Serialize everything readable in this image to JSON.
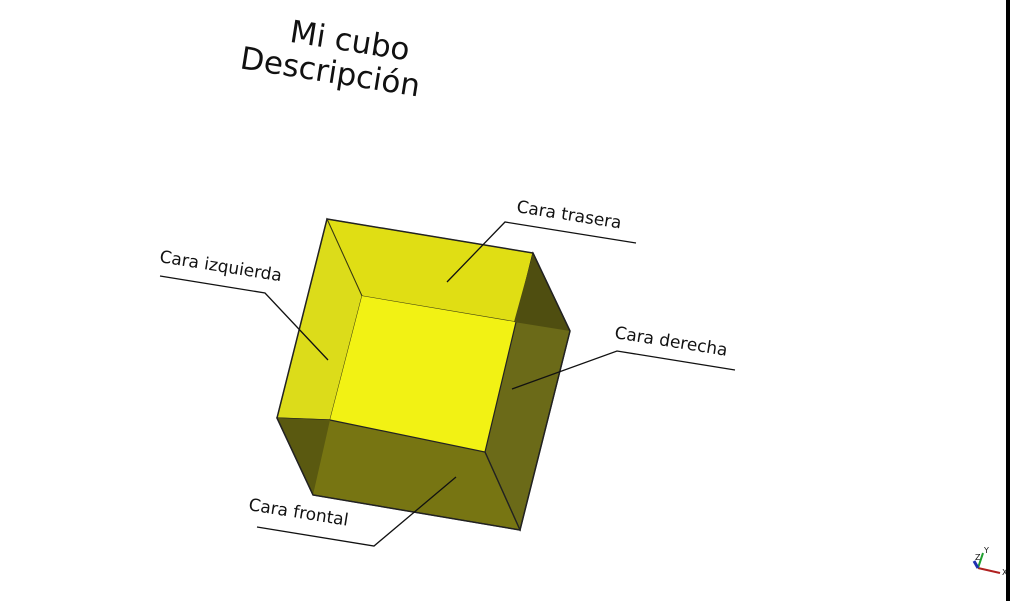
{
  "title": {
    "line1": "Mi cubo",
    "line2": "Descripción"
  },
  "labels": {
    "back": "Cara trasera",
    "left": "Cara izquierda",
    "right": "Cara derecha",
    "front": "Cara frontal"
  },
  "axes": {
    "x": "X",
    "y": "Y",
    "z": "Z"
  },
  "colors": {
    "top_face": "#e0de14",
    "left_face": "#dcdc1a",
    "center_face": "#f2f214",
    "right_face": "#6b6a18",
    "bottom_face": "#777512",
    "axis_x": "#b02020",
    "axis_y": "#20a030",
    "axis_z": "#2030b0"
  }
}
